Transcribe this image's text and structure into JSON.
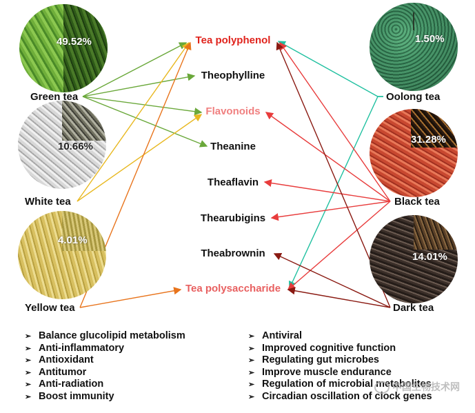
{
  "teas": {
    "green": {
      "label": "Green tea",
      "percent": "49.52%"
    },
    "white": {
      "label": "White tea",
      "percent": "10.66%"
    },
    "yellow": {
      "label": "Yellow tea",
      "percent": "4.01%"
    },
    "oolong": {
      "label": "Oolong tea",
      "percent": "1.50%"
    },
    "black": {
      "label": "Black tea",
      "percent": "31.28%"
    },
    "dark": {
      "label": "Dark tea",
      "percent": "14.01%"
    }
  },
  "compounds": {
    "polyphenol": "Tea polyphenol",
    "theophylline": "Theophylline",
    "flavonoids": "Flavonoids",
    "theanine": "Theanine",
    "theaflavin": "Theaflavin",
    "thearubigins": "Thearubigins",
    "theabrownin": "Theabrownin",
    "polysaccharide": "Tea polysaccharide"
  },
  "benefits_left": [
    "Balance glucolipid metabolism",
    "Anti-inflammatory",
    "Antioxidant",
    "Antitumor",
    "Anti-radiation",
    "Boost immunity"
  ],
  "benefits_right": [
    "Antiviral",
    "Improved cognitive function",
    "Regulating gut microbes",
    "Improve muscle endurance",
    "Regulation of microbial metabolites",
    "Circadian oscillation of clock genes"
  ],
  "bullet_glyph": "➢",
  "watermark": "中国生物技术网",
  "colors": {
    "green_arrow": "#6aa83a",
    "yellow_arrow": "#e8b820",
    "orange_arrow": "#e8741c",
    "teal_arrow": "#20c0a0",
    "red_arrow": "#e83c3c",
    "dark_red_arrow": "#8a1a12",
    "title_red": "#e0231c",
    "flavonoid_pink": "#f08080"
  }
}
